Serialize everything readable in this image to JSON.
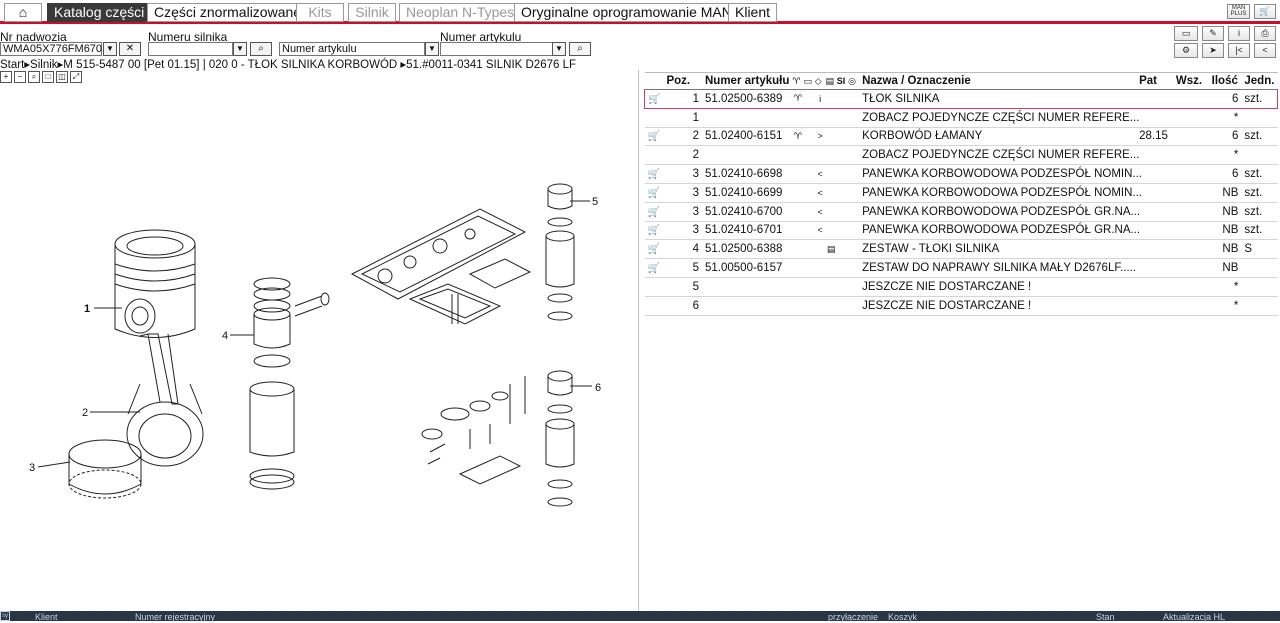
{
  "tabs": [
    {
      "label": "Katalog części",
      "active": true
    },
    {
      "label": "Części znormalizowane"
    },
    {
      "label": "Kits",
      "disabled": true
    },
    {
      "label": "Silnik",
      "disabled": true
    },
    {
      "label": "Neoplan N-Types",
      "disabled": true
    },
    {
      "label": "Oryginalne oprogramowanie MAN"
    },
    {
      "label": "Klient"
    }
  ],
  "home_icon": "⌂",
  "toolbar_right": {
    "plus_label": "MAN PLUS",
    "cart_icon": "🛒"
  },
  "filters": {
    "vin_label": "Nr nadwozia",
    "vin_value": "WMA05X776FM670",
    "engine_label": "Numeru silnika",
    "engine_value": "",
    "article_label": "Numer artykulu",
    "article_select": "Numer artykulu",
    "article_value": ""
  },
  "breadcrumb": "Start▸Silnik▸M 515-5487 00  [Pet 01.15]  | 020 0 - TŁOK SILNIKA KORBOWÓD  ▸51.#0011-0341  SILNIK D2676 LF",
  "callouts": [
    "1",
    "2",
    "3",
    "4",
    "5",
    "6"
  ],
  "table": {
    "headers": {
      "poz": "Poz.",
      "art": "Numer artykułu",
      "si": "SI",
      "name": "Nazwa / Oznaczenie",
      "pat": "Pat",
      "wsz": "Wsz.",
      "ilosc": "Ilość",
      "jedn": "Jedn."
    },
    "rows": [
      {
        "cart": true,
        "poz": "1",
        "art": "51.02500-6389",
        "i1": "♈",
        "i2": "",
        "i3": "i",
        "i4": "",
        "name": "TŁOK SILNIKA",
        "pat": "",
        "wsz": "",
        "ilosc": "6",
        "jedn": "szt.",
        "selected": true
      },
      {
        "cart": false,
        "poz": "1",
        "art": "",
        "i1": "",
        "i2": "",
        "i3": "",
        "i4": "",
        "name": "ZOBACZ POJEDYNCZE CZĘŚCI NUMER REFERE...",
        "pat": "",
        "wsz": "",
        "ilosc": "*",
        "jedn": ""
      },
      {
        "cart": true,
        "poz": "2",
        "art": "51.02400-6151",
        "i1": "♈",
        "i2": "",
        "i3": ">",
        "i4": "",
        "name": "KORBOWÓD ŁAMANY",
        "pat": "28.15",
        "wsz": "",
        "ilosc": "6",
        "jedn": "szt."
      },
      {
        "cart": false,
        "poz": "2",
        "art": "",
        "i1": "",
        "i2": "",
        "i3": "",
        "i4": "",
        "name": "ZOBACZ POJEDYNCZE CZĘŚCI NUMER REFERE...",
        "pat": "",
        "wsz": "",
        "ilosc": "*",
        "jedn": ""
      },
      {
        "cart": true,
        "poz": "3",
        "art": "51.02410-6698",
        "i1": "",
        "i2": "",
        "i3": "<",
        "i4": "",
        "name": "PANEWKA KORBOWODOWA PODZESPÓŁ NOMIN...",
        "pat": "",
        "wsz": "",
        "ilosc": "6",
        "jedn": "szt."
      },
      {
        "cart": true,
        "poz": "3",
        "art": "51.02410-6699",
        "i1": "",
        "i2": "",
        "i3": "<",
        "i4": "",
        "name": "PANEWKA KORBOWODOWA PODZESPÓŁ NOMIN...",
        "pat": "",
        "wsz": "",
        "ilosc": "NB",
        "jedn": "szt."
      },
      {
        "cart": true,
        "poz": "3",
        "art": "51.02410-6700",
        "i1": "",
        "i2": "",
        "i3": "<",
        "i4": "",
        "name": "PANEWKA KORBOWODOWA PODZESPÓŁ GR.NA...",
        "pat": "",
        "wsz": "",
        "ilosc": "NB",
        "jedn": "szt."
      },
      {
        "cart": true,
        "poz": "3",
        "art": "51.02410-6701",
        "i1": "",
        "i2": "",
        "i3": "<",
        "i4": "",
        "name": "PANEWKA KORBOWODOWA PODZESPÓŁ GR.NA...",
        "pat": "",
        "wsz": "",
        "ilosc": "NB",
        "jedn": "szt."
      },
      {
        "cart": true,
        "poz": "4",
        "art": "51.02500-6388",
        "i1": "",
        "i2": "",
        "i3": "",
        "i4": "▤",
        "name": "ZESTAW - TŁOKI SILNIKA",
        "pat": "",
        "wsz": "",
        "ilosc": "NB",
        "jedn": "S"
      },
      {
        "cart": true,
        "poz": "5",
        "art": "51.00500-6157",
        "i1": "",
        "i2": "",
        "i3": "",
        "i4": "",
        "name": "ZESTAW DO NAPRAWY SILNIKA MAŁY  D2676LF.....",
        "pat": "",
        "wsz": "",
        "ilosc": "NB",
        "jedn": ""
      },
      {
        "cart": false,
        "poz": "5",
        "art": "",
        "i1": "",
        "i2": "",
        "i3": "",
        "i4": "",
        "name": "JESZCZE NIE DOSTARCZANE !",
        "pat": "",
        "wsz": "",
        "ilosc": "*",
        "jedn": ""
      },
      {
        "cart": false,
        "poz": "6",
        "art": "",
        "i1": "",
        "i2": "",
        "i3": "",
        "i4": "",
        "name": "JESZCZE NIE DOSTARCZANE !",
        "pat": "",
        "wsz": "",
        "ilosc": "*",
        "jedn": ""
      }
    ]
  },
  "statusbar": {
    "klient": "Klient",
    "numer": "Numer rejestracyjny",
    "przylaczenie": "przyłączenie",
    "koszyk": "Koszyk",
    "stan": "Stan",
    "aktualizacja": "Aktualizacja HL"
  }
}
